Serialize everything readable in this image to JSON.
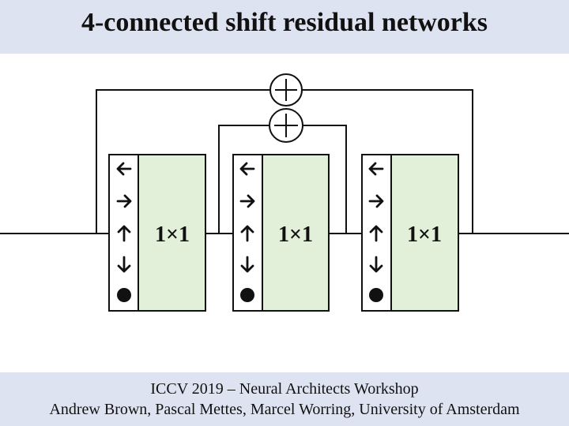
{
  "title": "4-connected shift residual networks",
  "footer": {
    "line1": "ICCV 2019 – Neural Architects Workshop",
    "line2": "Andrew Brown, Pascal Mettes, Marcel Worring, University of  Amsterdam"
  },
  "diagram": {
    "blocks": [
      {
        "shift_ops": [
          "left-arrow",
          "right-arrow",
          "up-arrow",
          "down-arrow",
          "identity-dot"
        ],
        "conv_label": "1×1"
      },
      {
        "shift_ops": [
          "left-arrow",
          "right-arrow",
          "up-arrow",
          "down-arrow",
          "identity-dot"
        ],
        "conv_label": "1×1"
      },
      {
        "shift_ops": [
          "left-arrow",
          "right-arrow",
          "up-arrow",
          "down-arrow",
          "identity-dot"
        ],
        "conv_label": "1×1"
      }
    ],
    "residual_adders": [
      "outer-skip-add",
      "inner-skip-add"
    ],
    "colors": {
      "conv_fill": "#e2efd9",
      "bar_fill": "#dde3f1",
      "line": "#111111"
    }
  }
}
